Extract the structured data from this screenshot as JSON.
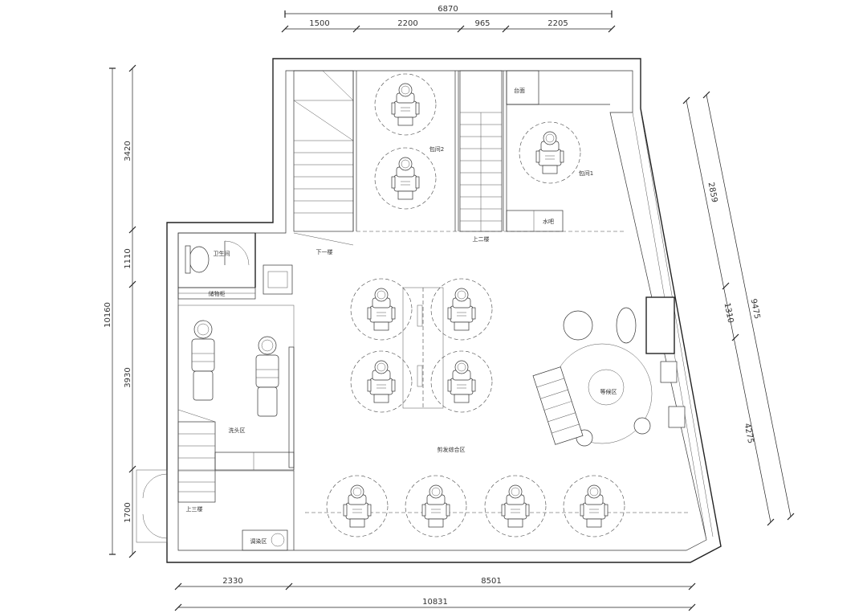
{
  "dimensions": {
    "top_total": "6870",
    "top_segments": [
      "1500",
      "2200",
      "965",
      "2205"
    ],
    "left_segments": [
      "3420",
      "1110",
      "3930",
      "1700"
    ],
    "left_total": "10160",
    "bottom_segments": [
      "2330",
      "8501"
    ],
    "bottom_total": "10831",
    "right_segments": [
      "2859",
      "1310",
      "4275"
    ],
    "right_total": "9475"
  },
  "rooms": {
    "vip_room_2": "包间2",
    "vip_room_1": "包间1",
    "counter": "台面",
    "water_bar": "水吧",
    "down_stairs": "下一楼",
    "up_stairs_2": "上二楼",
    "restroom": "卫生间",
    "storage": "储物柜",
    "shampoo_area": "洗头区",
    "waiting_area": "等候区",
    "styling_area": "剪发综合区",
    "up_stairs_3": "上三楼",
    "perm_area": "调染区"
  }
}
